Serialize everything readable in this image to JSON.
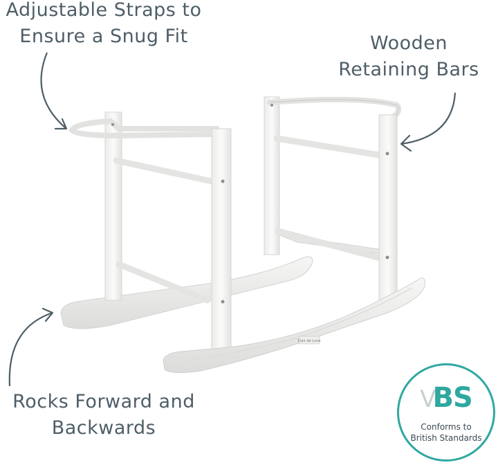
{
  "callouts": {
    "straps": [
      "Adjustable Straps to",
      "Ensure a Snug Fit"
    ],
    "bars": [
      "Wooden",
      "Retaining Bars"
    ],
    "rocks": [
      "Rocks Forward and",
      "Backwards"
    ]
  },
  "badge": {
    "mark_prefix": "V",
    "mark": "BS",
    "line1": "Conforms to",
    "line2": "British Standards"
  },
  "product": {
    "label_tag": "Clair de Lune"
  },
  "colors": {
    "text": "#4e5e66",
    "arrow": "#4e5e66",
    "badge_accent": "#2ea8a0",
    "wood": "#f7f7f5",
    "wood_shade": "#dedfdd"
  }
}
